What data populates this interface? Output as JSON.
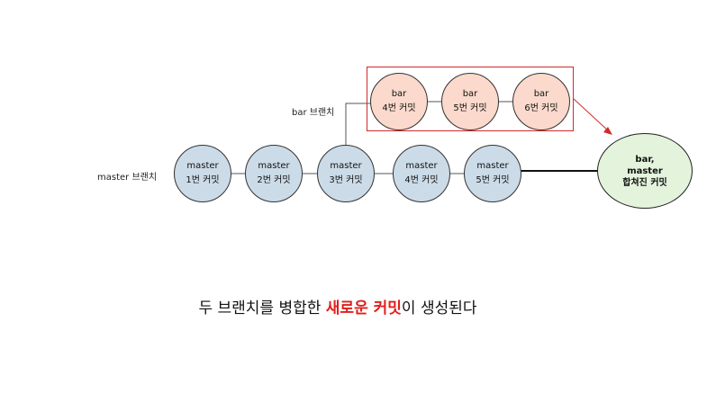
{
  "branch_labels": {
    "bar": "bar 브랜치",
    "master": "master 브랜치"
  },
  "master_commits": [
    {
      "line1": "master",
      "line2": "1번 커밋"
    },
    {
      "line1": "master",
      "line2": "2번 커밋"
    },
    {
      "line1": "master",
      "line2": "3번 커밋"
    },
    {
      "line1": "master",
      "line2": "4번 커밋"
    },
    {
      "line1": "master",
      "line2": "5번 커밋"
    }
  ],
  "bar_commits": [
    {
      "line1": "bar",
      "line2": "4번 커밋"
    },
    {
      "line1": "bar",
      "line2": "5번 커밋"
    },
    {
      "line1": "bar",
      "line2": "6번 커밋"
    }
  ],
  "merged_commit": {
    "line1": "bar,",
    "line2": "master",
    "line3": "합쳐진 커밋"
  },
  "caption": {
    "before": "두 브랜치를 병합한 ",
    "highlight": "새로운 커밋",
    "after": "이 생성된다"
  },
  "colors": {
    "master_fill": "#ccdbe8",
    "bar_fill": "#fbd9cc",
    "merged_fill": "#e3f3dc",
    "highlight_red": "#e0201b"
  }
}
